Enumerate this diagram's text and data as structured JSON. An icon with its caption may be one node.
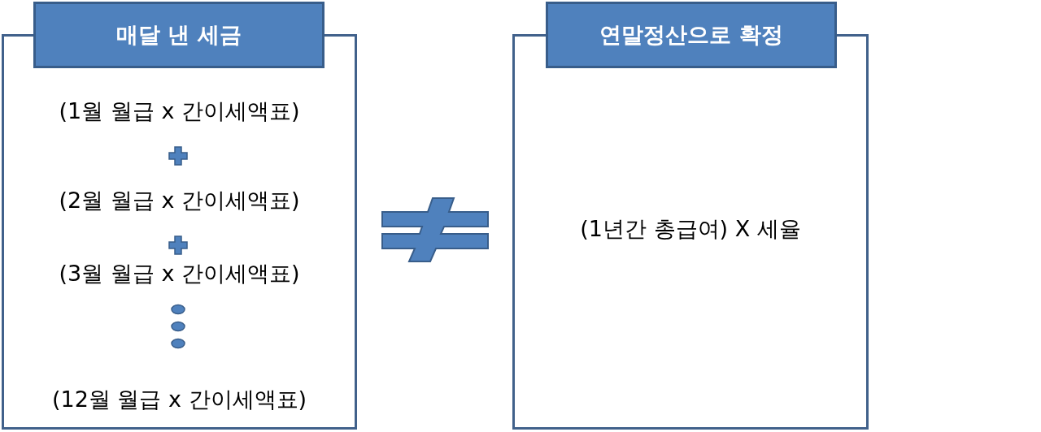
{
  "diagram": {
    "nodes": [
      {
        "text": [
          "매달 낸 세금",
          "(1월 월급 x 간이세액표)",
          "(2월 월급 x 간이세액표)",
          "(3월 월급 x 간이세액표)",
          "(12월 월급 x 간이세액표)"
        ]
      },
      {
        "text": [],
        "shape": "not-equal"
      },
      {
        "text": [
          "연말정산으로 확정",
          "(1년간 총급여) X 세율"
        ]
      }
    ]
  }
}
